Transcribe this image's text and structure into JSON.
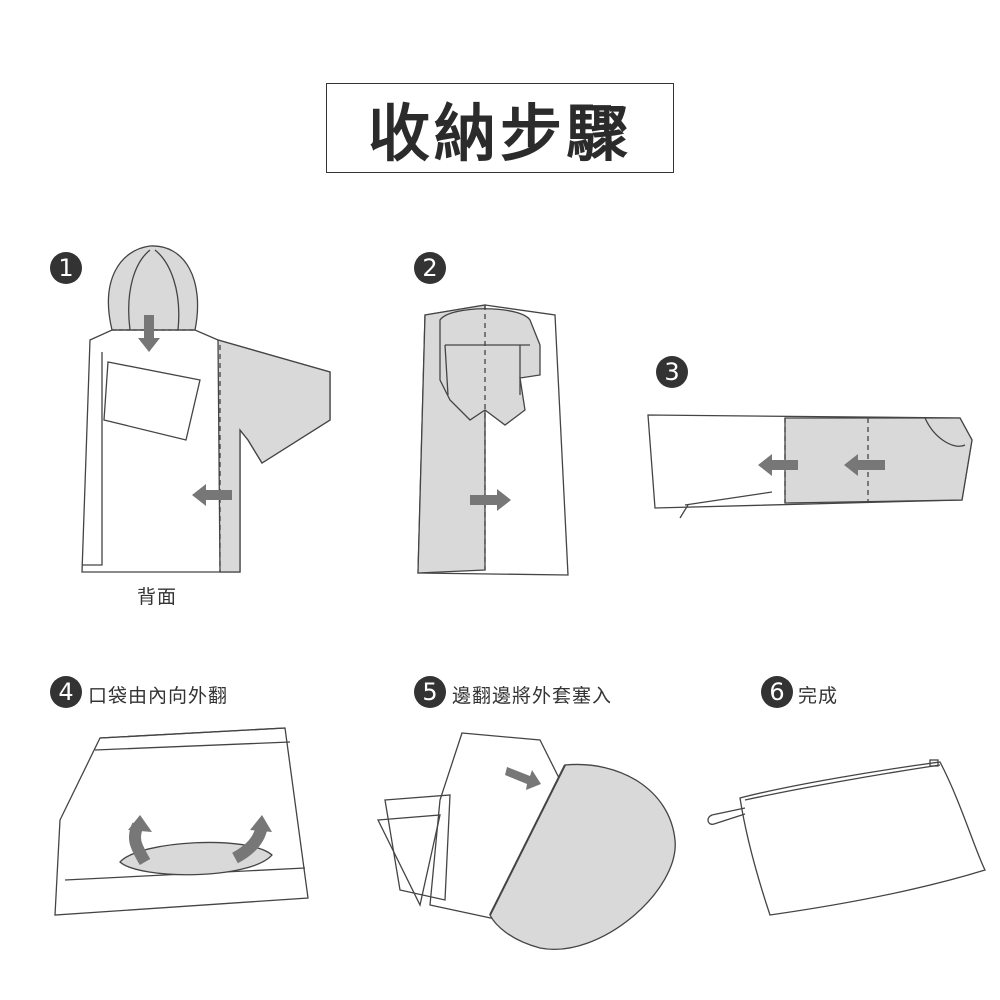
{
  "title": "收納步驟",
  "colors": {
    "ink": "#333333",
    "fill": "#d9d9d9",
    "arrow": "#777777"
  },
  "steps": [
    {
      "number": "1",
      "caption": "背面"
    },
    {
      "number": "2",
      "caption": ""
    },
    {
      "number": "3",
      "caption": ""
    },
    {
      "number": "4",
      "caption": "口袋由內向外翻"
    },
    {
      "number": "5",
      "caption": "邊翻邊將外套塞入"
    },
    {
      "number": "6",
      "caption": "完成"
    }
  ]
}
